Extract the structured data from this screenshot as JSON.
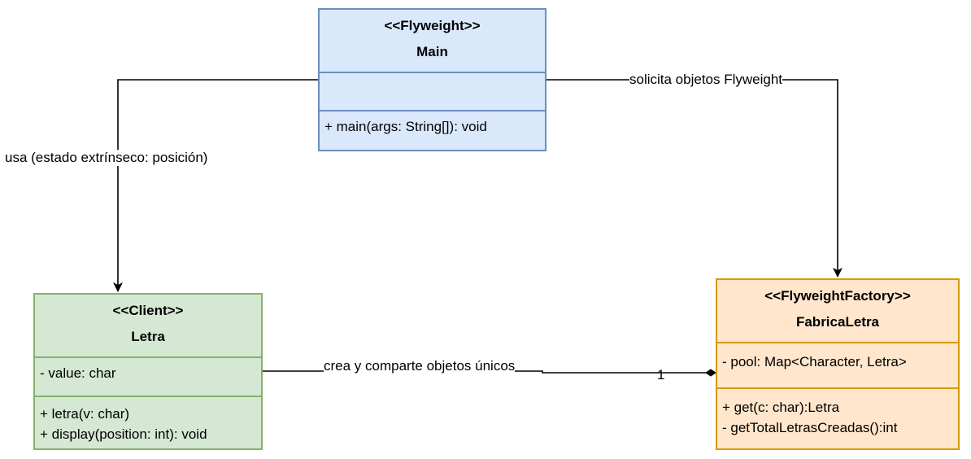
{
  "classes": {
    "main": {
      "stereotype": "<<Flyweight>>",
      "name": "Main",
      "attributes": [],
      "operations": [
        "+ main(args: String[]): void"
      ]
    },
    "letra": {
      "stereotype": "<<Client>>",
      "name": "Letra",
      "attributes": [
        "- value: char"
      ],
      "operations": [
        "+ letra(v: char)",
        "+ display(position: int): void"
      ]
    },
    "fabrica": {
      "stereotype": "<<FlyweightFactory>>",
      "name": "FabricaLetra",
      "attributes": [
        "- pool: Map<Character, Letra>"
      ],
      "operations": [
        "+ get(c: char):Letra",
        "- getTotalLetrasCreadas():int"
      ]
    }
  },
  "edges": {
    "main_to_letra": "usa (estado extrínseco: posición)",
    "main_to_fabrica": "solicita objetos Flyweight",
    "letra_fabrica": "crea y comparte objetos únicos",
    "letra_fabrica_multiplicity": "1"
  },
  "colors": {
    "main_fill": "#dae8fc",
    "main_stroke": "#6c8ebf",
    "letra_fill": "#d5e8d4",
    "letra_stroke": "#82b366",
    "fabrica_fill": "#ffe6cc",
    "fabrica_stroke": "#d79b00"
  }
}
